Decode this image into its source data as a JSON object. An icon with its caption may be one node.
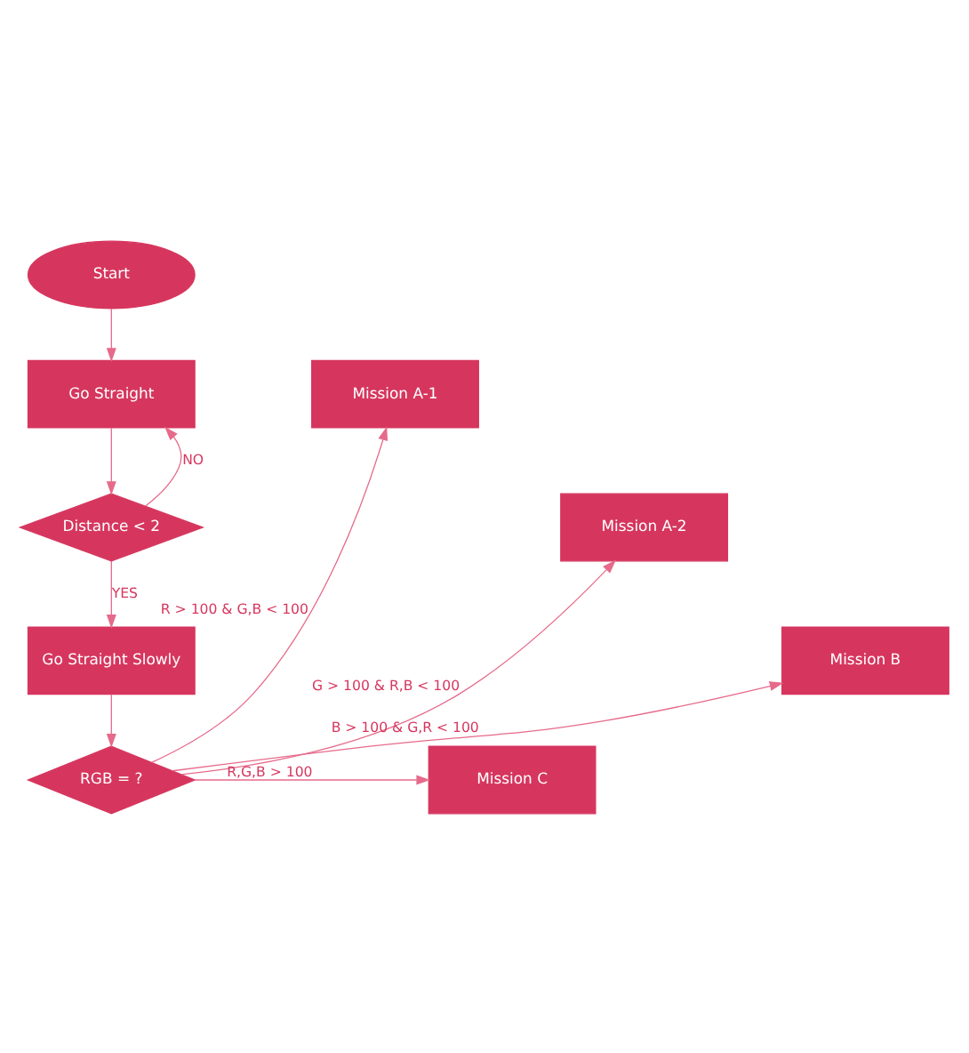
{
  "diagram": {
    "nodes": [
      {
        "text": [
          "Start"
        ]
      },
      {
        "text": [
          "Go Straight"
        ]
      },
      {
        "text": [
          "Distance < 2"
        ]
      },
      {
        "text": [
          "Go Straight Slowly"
        ]
      },
      {
        "text": [
          "RGB = ?"
        ]
      },
      {
        "text": [
          "Mission A-1"
        ]
      },
      {
        "text": [
          "Mission A-2"
        ]
      },
      {
        "text": [
          "Mission B"
        ]
      },
      {
        "text": [
          "Mission C"
        ]
      }
    ],
    "edges": [
      {
        "from": 0,
        "to": 1,
        "arrow": "to"
      },
      {
        "from": 1,
        "to": 2,
        "arrow": "to"
      },
      {
        "from": 2,
        "to": 1,
        "arrow": "to",
        "label": "NO"
      },
      {
        "from": 2,
        "to": 3,
        "arrow": "to",
        "label": "YES"
      },
      {
        "from": 3,
        "to": 4,
        "arrow": "to"
      },
      {
        "from": 4,
        "to": 5,
        "arrow": "to",
        "label": "R > 100 & G,B < 100"
      },
      {
        "from": 4,
        "to": 6,
        "arrow": "to",
        "label": "G > 100 & R,B < 100"
      },
      {
        "from": 4,
        "to": 7,
        "arrow": "to",
        "label": "B > 100 & G,R < 100"
      },
      {
        "from": 4,
        "to": 8,
        "arrow": "to",
        "label": "R,G,B > 100"
      }
    ]
  }
}
